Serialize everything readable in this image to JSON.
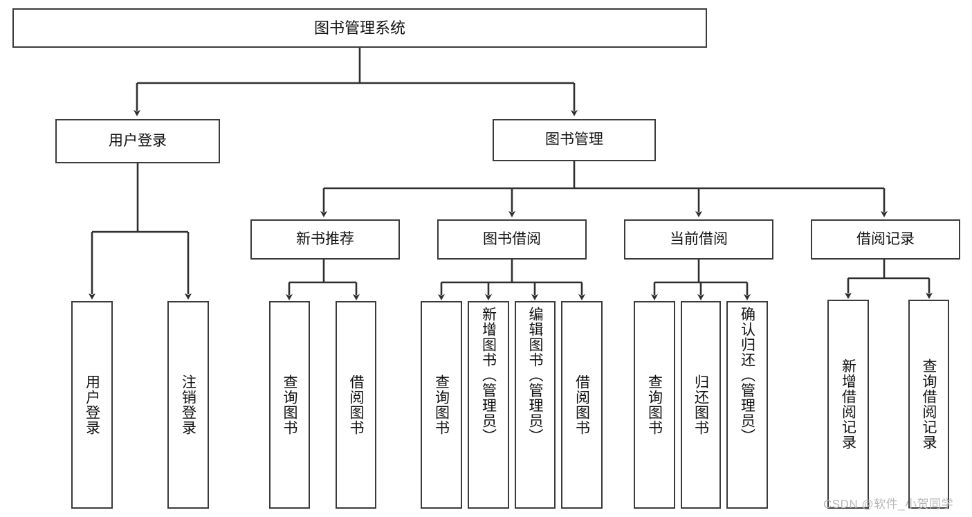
{
  "diagram": {
    "title_node": {
      "label": "图书管理系统"
    },
    "level2": [
      {
        "id": "user-login",
        "label": "用户登录"
      },
      {
        "id": "book-manage",
        "label": "图书管理"
      }
    ],
    "level3": [
      {
        "id": "new-book-recommend",
        "label": "新书推荐"
      },
      {
        "id": "book-borrow",
        "label": "图书借阅"
      },
      {
        "id": "current-borrow",
        "label": "当前借阅"
      },
      {
        "id": "borrow-record",
        "label": "借阅记录"
      }
    ],
    "leaves": {
      "user_login": [
        {
          "id": "leaf-user-login",
          "label": "用户登录"
        },
        {
          "id": "leaf-logout",
          "label": "注销登录"
        }
      ],
      "new_book_recommend": [
        {
          "id": "leaf-query-book-1",
          "label": "查询图书"
        },
        {
          "id": "leaf-borrow-book-1",
          "label": "借阅图书"
        }
      ],
      "book_borrow": [
        {
          "id": "leaf-query-book-2",
          "label": "查询图书"
        },
        {
          "id": "leaf-add-book",
          "label": "新增图书（管理员）"
        },
        {
          "id": "leaf-edit-book",
          "label": "编辑图书（管理员）"
        },
        {
          "id": "leaf-borrow-book-2",
          "label": "借阅图书"
        }
      ],
      "current_borrow": [
        {
          "id": "leaf-query-book-3",
          "label": "查询图书"
        },
        {
          "id": "leaf-return-book",
          "label": "归还图书"
        },
        {
          "id": "leaf-confirm-return",
          "label": "确认归还（管理员）"
        }
      ],
      "borrow_record": [
        {
          "id": "leaf-add-record",
          "label": "新增借阅记录"
        },
        {
          "id": "leaf-query-record",
          "label": "查询借阅记录"
        }
      ]
    }
  },
  "watermark": {
    "text": "CSDN @软件_小贺同学"
  },
  "colors": {
    "border": "#3a3a3a",
    "background": "#ffffff",
    "text": "#111111",
    "watermark": "#b8b8b8"
  }
}
